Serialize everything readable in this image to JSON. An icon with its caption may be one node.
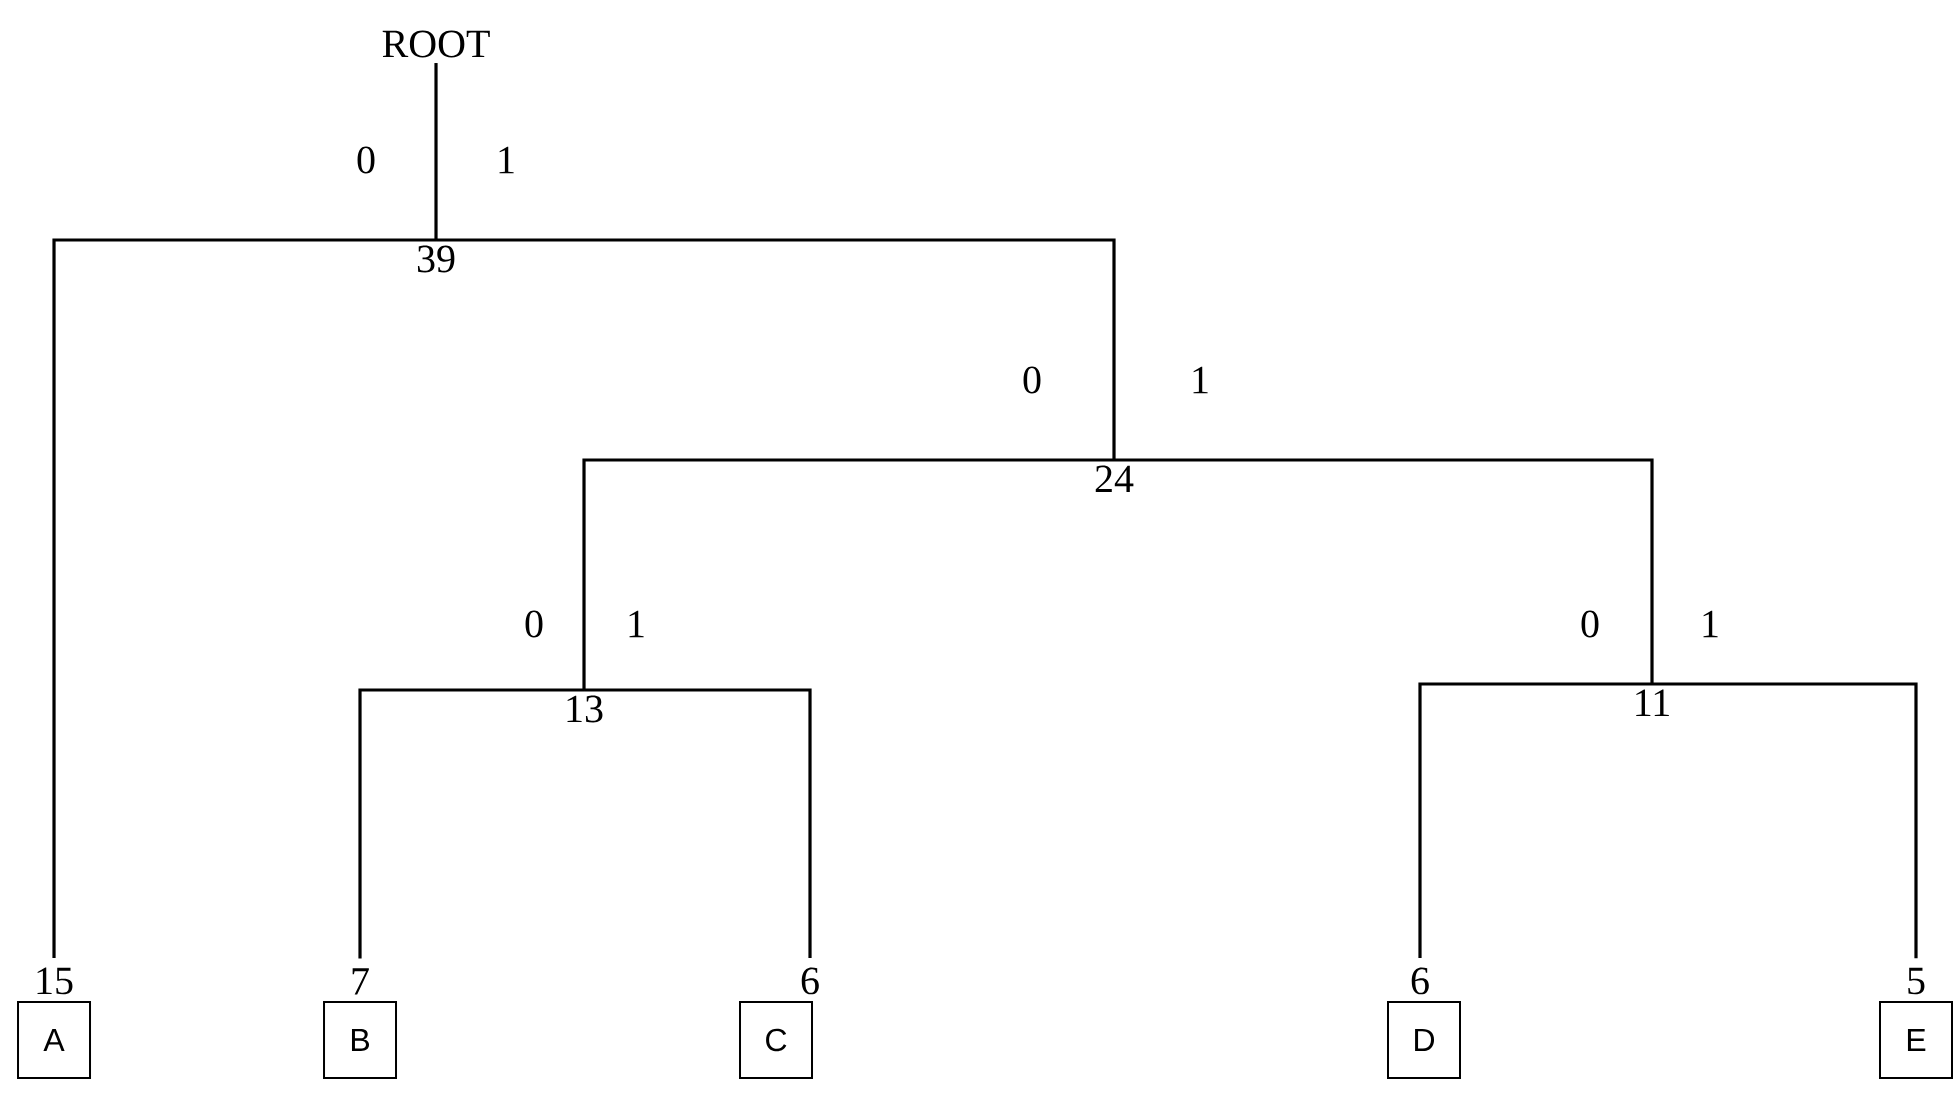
{
  "diagram": {
    "nodes": [
      {
        "text": [
          "ROOT"
        ]
      },
      {
        "text": [
          "39"
        ]
      },
      {
        "text": [
          "24"
        ]
      },
      {
        "text": [
          "13"
        ]
      },
      {
        "text": [
          "11"
        ]
      },
      {
        "text": [
          "A"
        ],
        "beside": [
          "15"
        ]
      },
      {
        "text": [
          "B"
        ],
        "beside": [
          "7"
        ]
      },
      {
        "text": [
          "C"
        ],
        "beside": [
          "6"
        ]
      },
      {
        "text": [
          "D"
        ],
        "beside": [
          "6"
        ]
      },
      {
        "text": [
          "E"
        ],
        "beside": [
          "5"
        ]
      }
    ],
    "edges": [
      {
        "from": 0,
        "to": 1,
        "arrow": "none"
      },
      {
        "from": 1,
        "to": 5,
        "arrow": "none"
      },
      {
        "from": 1,
        "to": 2,
        "arrow": "none"
      },
      {
        "from": 2,
        "to": 3,
        "arrow": "none"
      },
      {
        "from": 2,
        "to": 4,
        "arrow": "none"
      },
      {
        "from": 3,
        "to": 6,
        "arrow": "none"
      },
      {
        "from": 3,
        "to": 7,
        "arrow": "none"
      },
      {
        "from": 4,
        "to": 8,
        "arrow": "none"
      },
      {
        "from": 4,
        "to": 9,
        "arrow": "none"
      }
    ],
    "labels": [
      "0",
      "1",
      "0",
      "1",
      "0",
      "1",
      "0",
      "1"
    ]
  }
}
